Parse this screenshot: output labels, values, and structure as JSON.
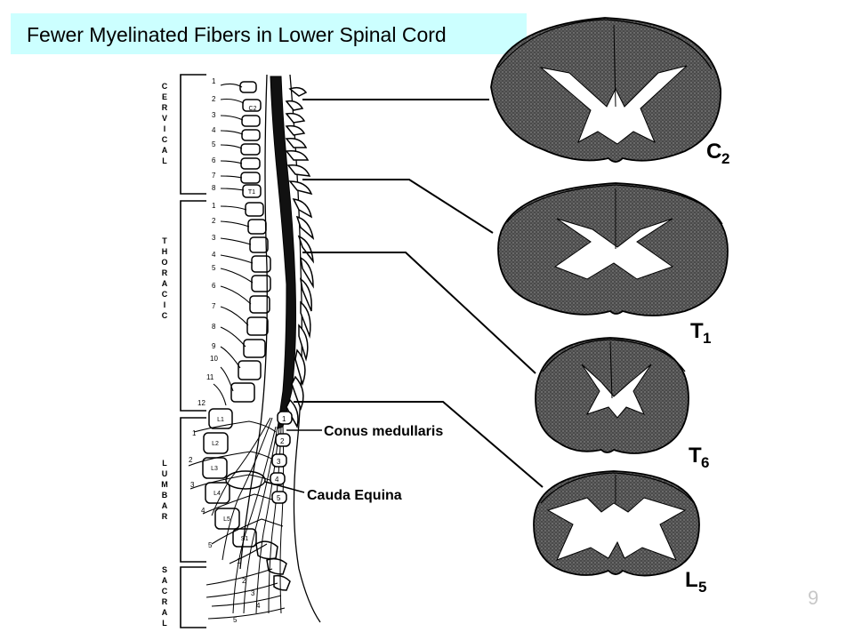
{
  "slide": {
    "title": "Fewer Myelinated Fibers in Lower Spinal Cord",
    "page_number": "9"
  },
  "spine": {
    "regions": [
      "CERVICAL",
      "THORACIC",
      "LUMBAR",
      "SACRAL"
    ],
    "cervical_numbers": [
      "1",
      "2",
      "3",
      "4",
      "5",
      "6",
      "7",
      "8"
    ],
    "thoracic_numbers": [
      "1",
      "2",
      "3",
      "4",
      "5",
      "6",
      "7",
      "8",
      "9",
      "10",
      "11",
      "12"
    ],
    "lumbar_numbers": [
      "1",
      "2",
      "3",
      "4",
      "5"
    ],
    "sacral_numbers": [
      "1",
      "2",
      "3",
      "4",
      "5"
    ],
    "vertebra_labels": {
      "c2": "C2",
      "t1": "T1",
      "l1": "L1",
      "l2": "L2",
      "l3": "L3",
      "l4": "L4",
      "l5": "L5",
      "s1": "S1"
    },
    "posterior_numbers": [
      "1",
      "2",
      "3",
      "4",
      "5"
    ]
  },
  "callouts": {
    "conus": "Conus medullaris",
    "cauda": "Cauda Equina"
  },
  "sections": [
    {
      "letter": "C",
      "sub": "2"
    },
    {
      "letter": "T",
      "sub": "1"
    },
    {
      "letter": "T",
      "sub": "6"
    },
    {
      "letter": "L",
      "sub": "5"
    }
  ],
  "colors": {
    "title_bg": "#ccffff",
    "gray_matter": "#555555",
    "white_matter_light": "#ffffff",
    "ink": "#000000",
    "page_number": "#c8c8c8"
  }
}
